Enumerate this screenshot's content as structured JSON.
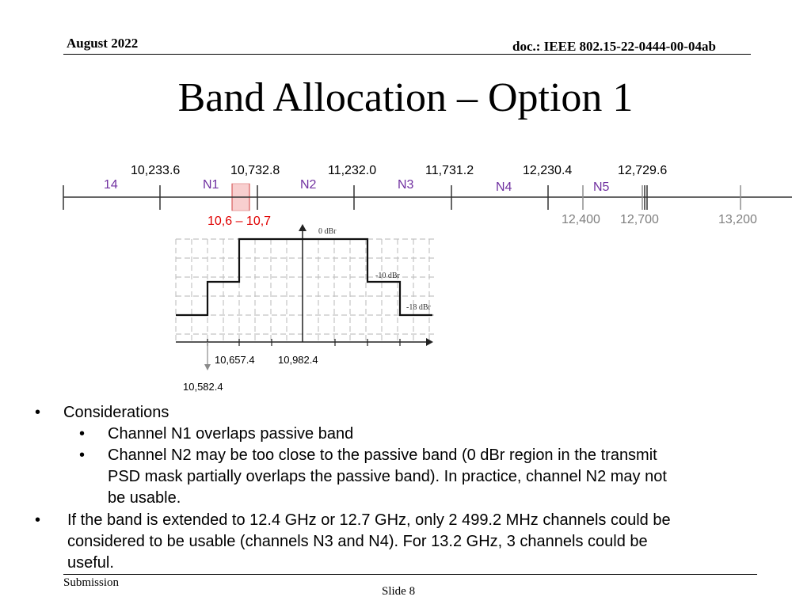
{
  "header": {
    "date": "August 2022",
    "doc_id": "doc.: IEEE 802.15-22-0444-00-04ab"
  },
  "title": "Band Allocation – Option 1",
  "band_diagram": {
    "center_freqs": [
      "10,233.6",
      "10,732.8",
      "11,232.0",
      "11,731.2",
      "12,230.4",
      "12,729.6"
    ],
    "channels": [
      "14",
      "N1",
      "N2",
      "N3",
      "N4",
      "N5"
    ],
    "band_edges": [
      "12,400",
      "12,700",
      "13,200"
    ],
    "passive_band_label": "10,6 – 10,7",
    "colors": {
      "channel": "#7030a0",
      "passive": "#e00000",
      "edge": "#7f7f7f",
      "passive_fill": "#f8cfcf"
    }
  },
  "psd_mask": {
    "levels": [
      "0 dBr",
      "-10 dBr",
      "-18 dBr"
    ],
    "freq_labels": [
      "10,657.4",
      "10,982.4",
      "10,582.4"
    ]
  },
  "bullets": {
    "b1": "Considerations",
    "b1_sub1": "Channel N1 overlaps passive band",
    "b1_sub2_l1": "Channel N2 may be too close to the passive band (0 dBr region in the transmit",
    "b1_sub2_l2": "PSD mask partially overlaps the passive band).  In practice, channel N2 may not",
    "b1_sub2_l3": "be usable.",
    "b2_l1": "If the band is extended to 12.4 GHz or 12.7 GHz, only 2 499.2 MHz channels could be",
    "b2_l2": "considered to be usable (channels N3 and N4).  For 13.2 GHz, 3 channels could be",
    "b2_l3": "useful."
  },
  "footer": {
    "submission": "Submission",
    "slide": "Slide 8"
  }
}
